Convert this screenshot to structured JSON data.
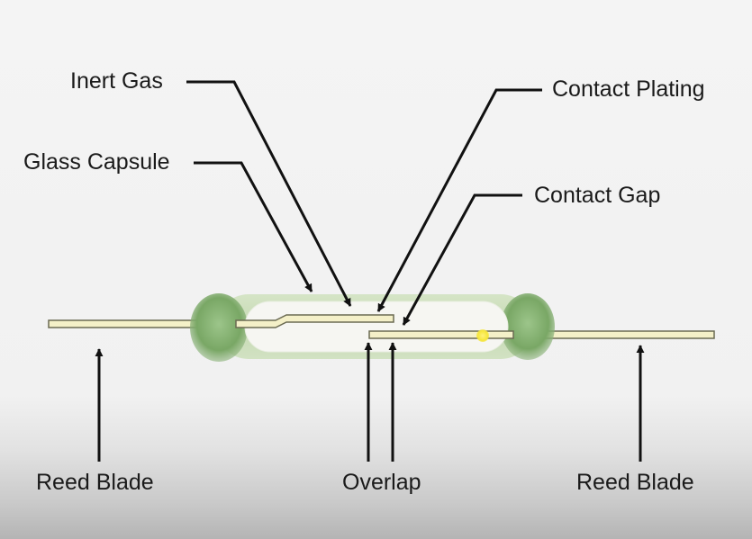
{
  "labels": {
    "inert_gas": "Inert Gas",
    "glass_capsule": "Glass Capsule",
    "contact_plating": "Contact Plating",
    "contact_gap": "Contact Gap",
    "reed_blade_left": "Reed Blade",
    "overlap": "Overlap",
    "reed_blade_right": "Reed Blade"
  },
  "colors": {
    "glass_green": "#7fae6a",
    "blade_fill": "#f4f0c8",
    "blade_stroke": "#6b6b52",
    "arrow": "#111111",
    "cursor": "#f5e53a"
  }
}
